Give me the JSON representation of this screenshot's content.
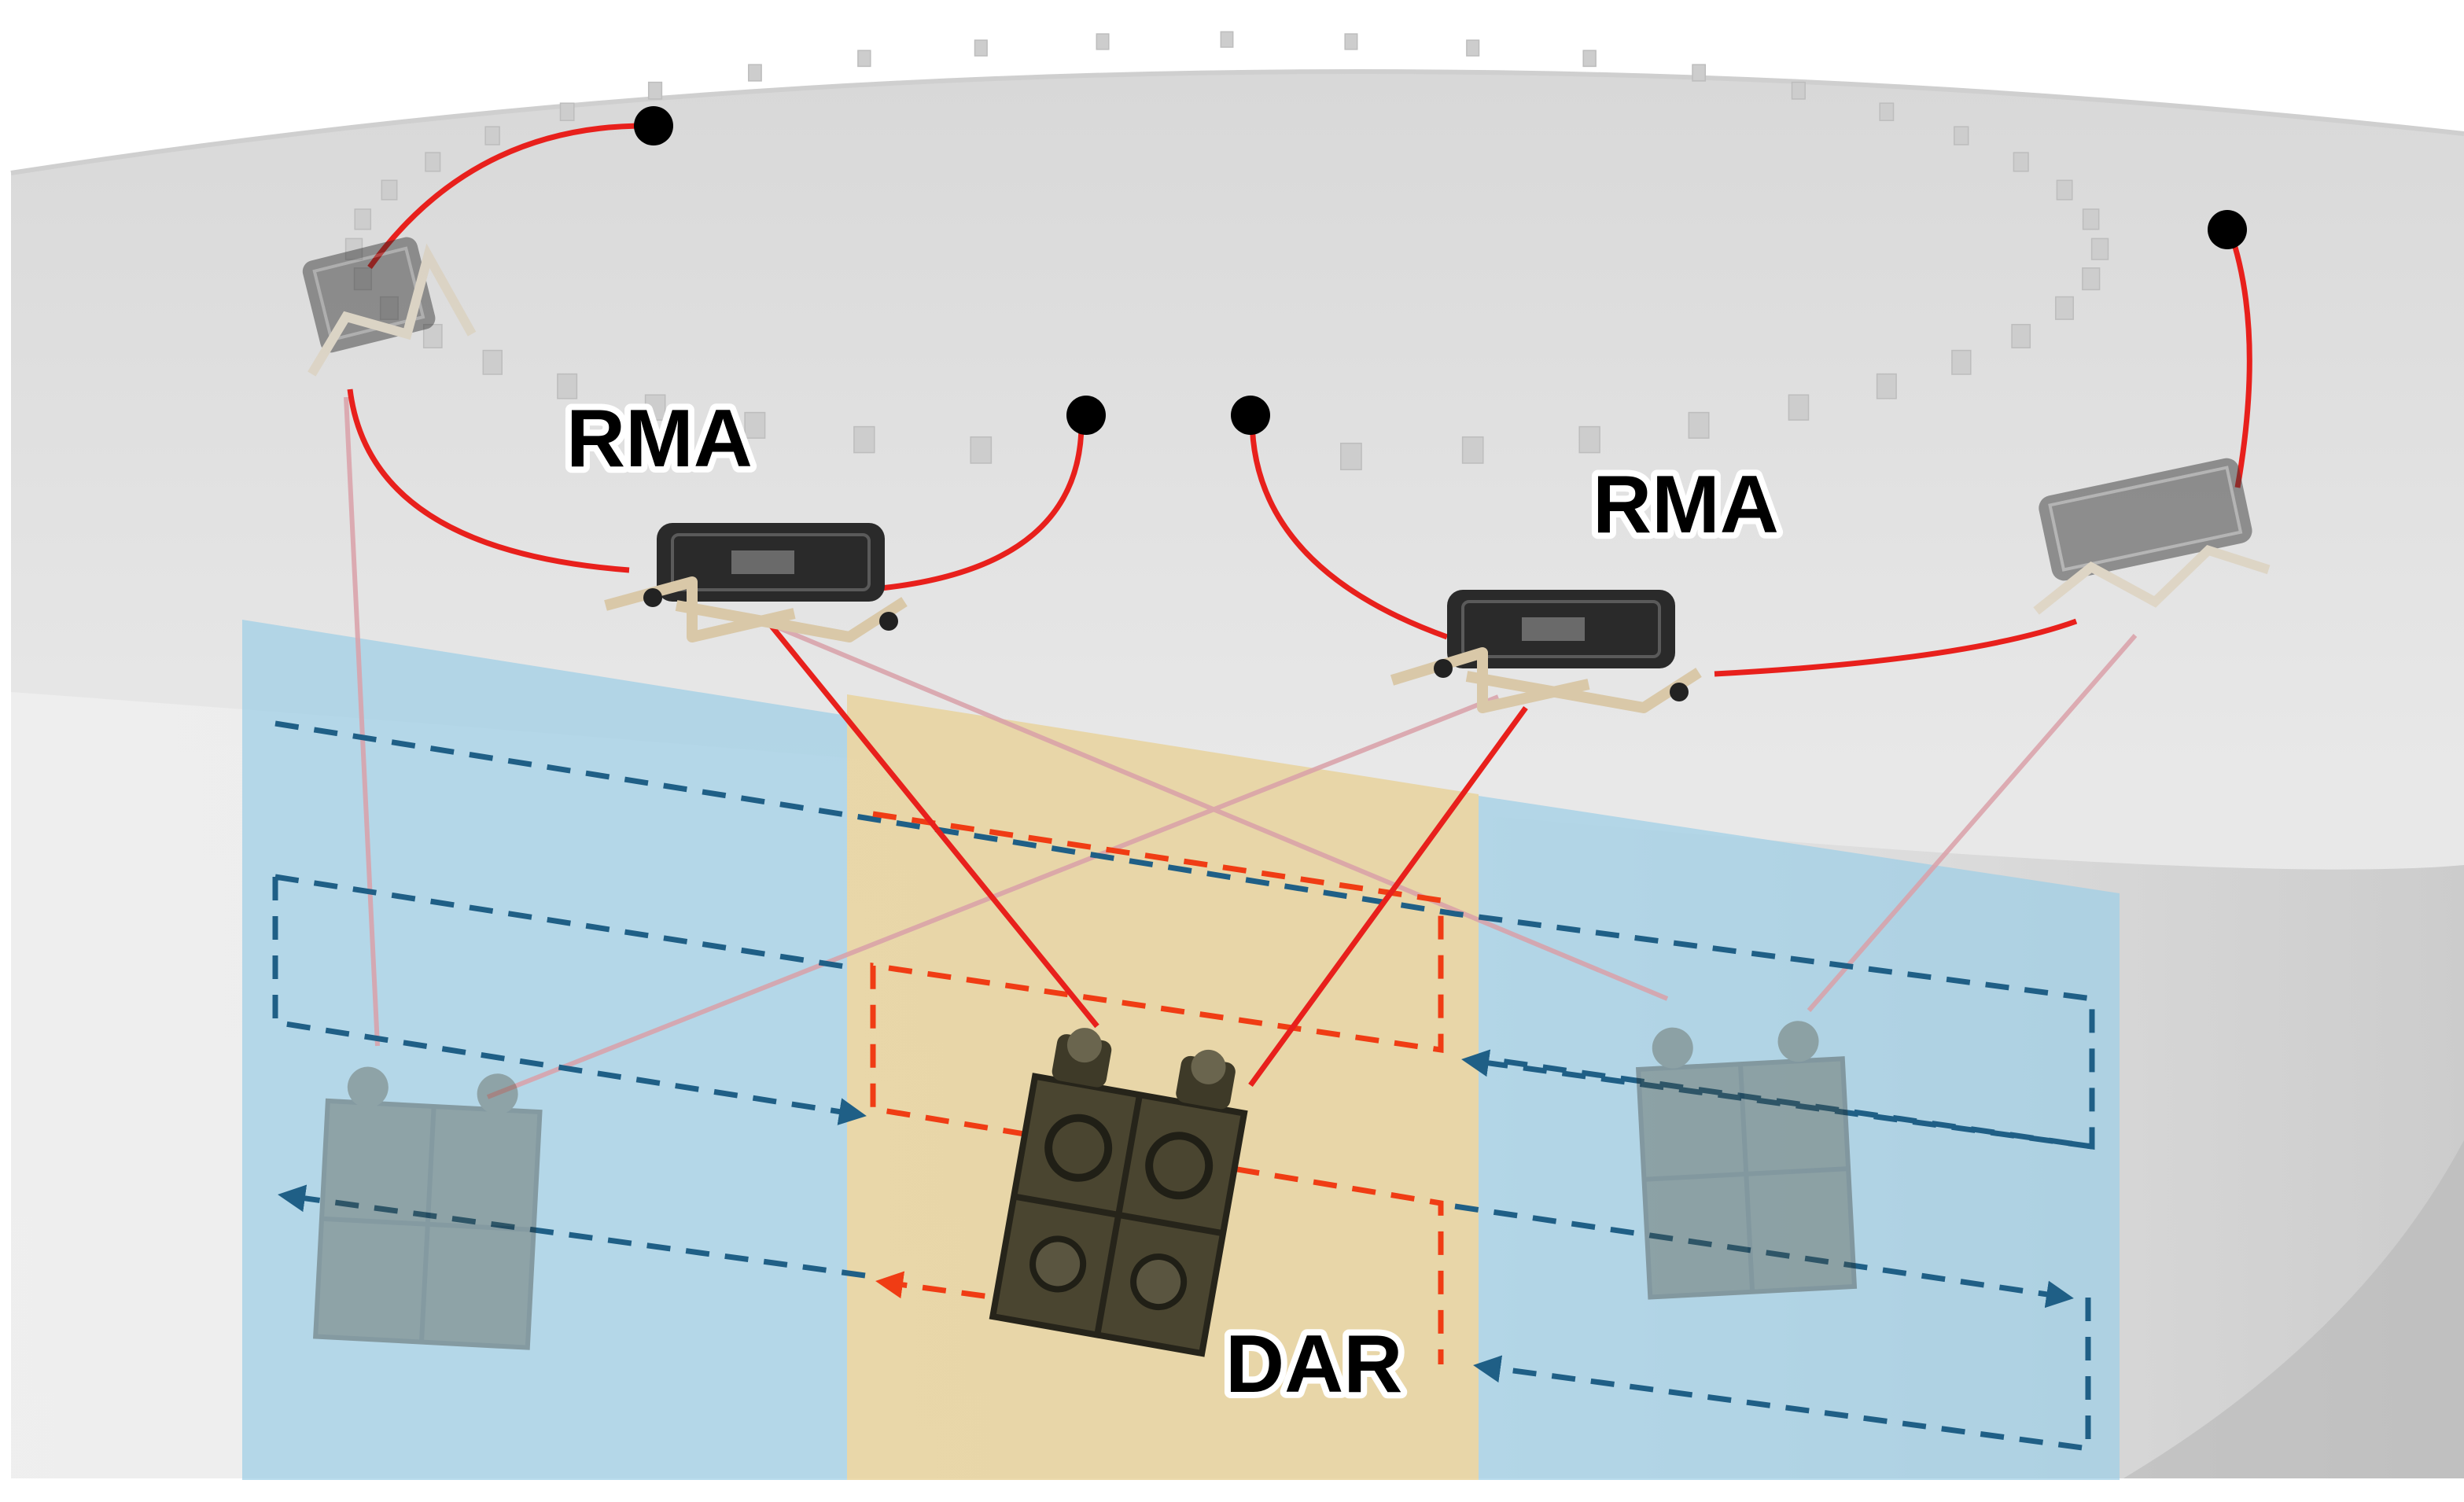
{
  "labels": {
    "rma_left": "RMA",
    "rma_right": "RMA",
    "dar": "DAR"
  },
  "colors": {
    "background_surface": "#e6e6e6",
    "side_zone": "#9ecfe6",
    "center_zone": "#e8d29a",
    "active_cable": "#e8201c",
    "faded_cable": "#d9a0a8",
    "blue_path": "#1f5f86",
    "red_path": "#f03c14",
    "anchor_point": "#000000",
    "robot_body": "#2a2a2a",
    "robot_frame": "#d9c8a8",
    "dar_body": "#4a4530"
  },
  "icons": {
    "rma_robot": "tracked-crawler-robot-icon",
    "dar_robot": "cable-driven-platform-robot-icon",
    "anchor": "black-anchor-dot-icon",
    "pillar": "roof-pillar-icon"
  }
}
